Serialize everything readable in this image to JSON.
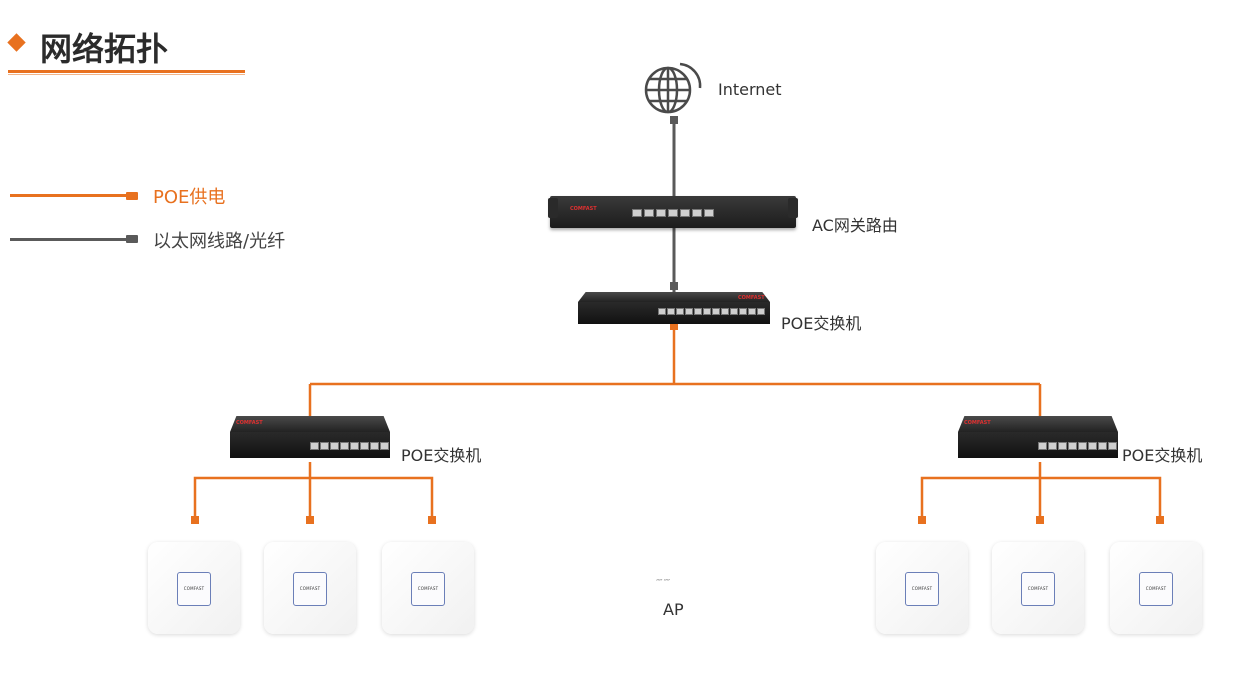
{
  "title": "网络拓扑",
  "legend": {
    "poe_label": "POE供电",
    "ethernet_label": "以太网线路/光纤"
  },
  "nodes": {
    "internet": "Internet",
    "router": "AC网关路由",
    "core_switch": "POE交换机",
    "left_switch": "POE交换机",
    "right_switch": "POE交换机",
    "ap": "AP"
  },
  "device_brand": "COMFAST",
  "colors": {
    "poe": "#e8711f",
    "ethernet": "#5a5a5a",
    "accent": "#e8711f"
  },
  "icons": {
    "internet": "globe-icon",
    "router": "rack-router-icon",
    "switch": "poe-switch-icon",
    "ap": "ceiling-ap-icon",
    "signal": "wifi-signal-icon"
  }
}
